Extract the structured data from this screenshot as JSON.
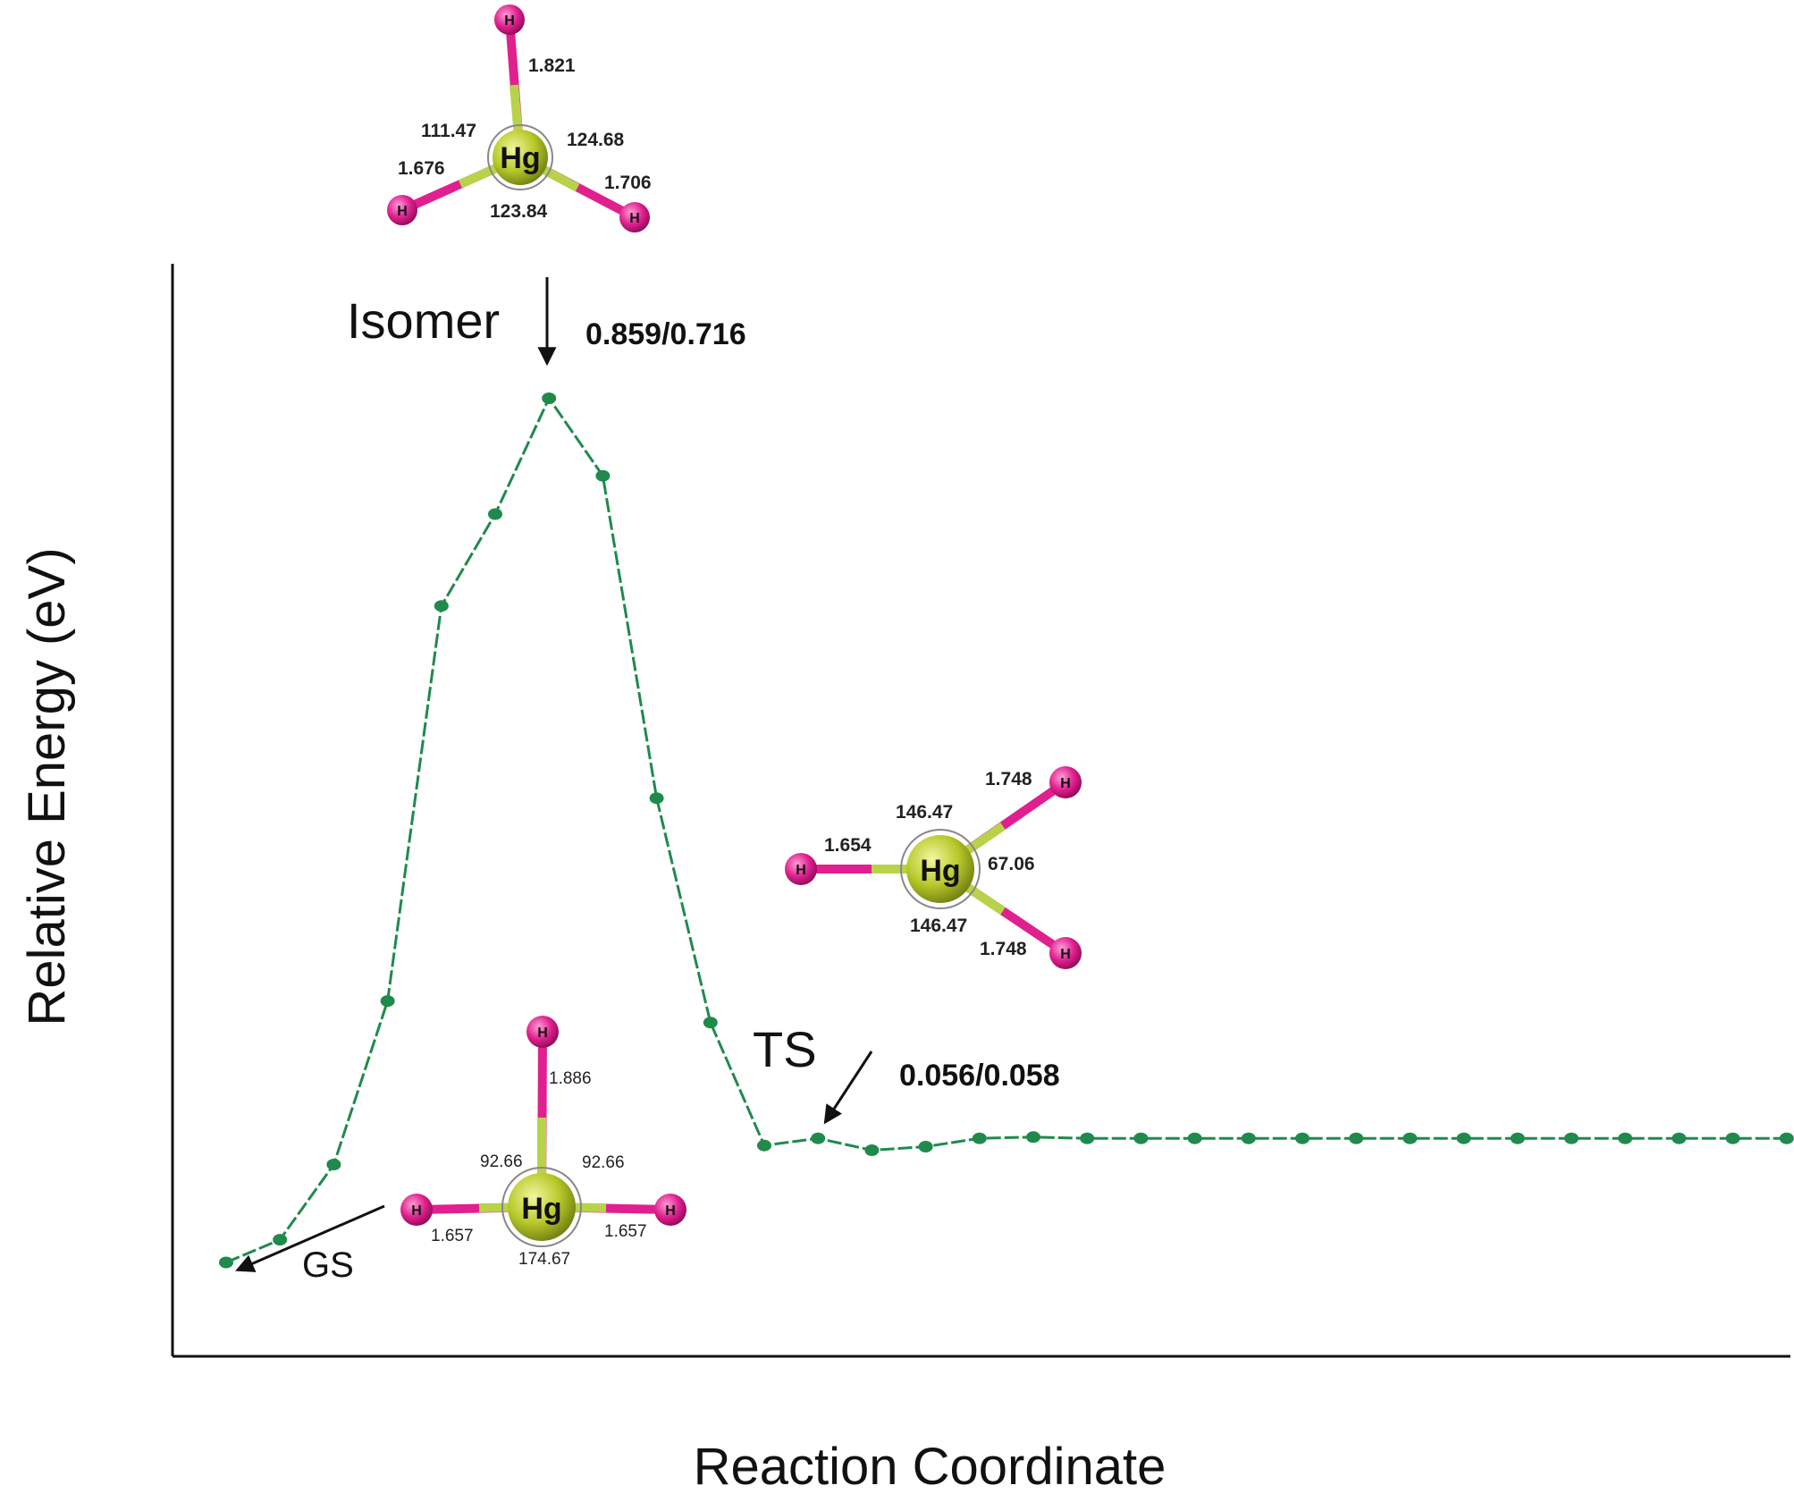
{
  "chart_data": {
    "type": "line",
    "xlabel": "Reaction Coordinate",
    "ylabel": "Relative Energy (eV)",
    "grid": false,
    "series": [
      {
        "color": "#1f8a4c",
        "x": [
          0,
          1,
          2,
          3,
          4,
          5,
          6,
          7,
          8,
          9,
          10,
          11,
          12,
          13,
          14,
          15,
          16,
          17,
          18,
          19,
          20,
          21,
          22,
          23,
          24,
          25,
          26,
          27,
          28,
          29
        ],
        "y": [
          0.0,
          0.019,
          0.082,
          0.219,
          0.55,
          0.627,
          0.724,
          0.659,
          0.389,
          0.201,
          0.098,
          0.104,
          0.094,
          0.097,
          0.104,
          0.105,
          0.104,
          0.104,
          0.104,
          0.104,
          0.104,
          0.104,
          0.104,
          0.104,
          0.104,
          0.104,
          0.104,
          0.104,
          0.104,
          0.104
        ]
      }
    ],
    "annotations": {
      "isomer": {
        "label": "Isomer",
        "value": "0.859/0.716"
      },
      "ts": {
        "label": "TS",
        "value": "0.056/0.058"
      },
      "gs": {
        "label": "GS"
      }
    },
    "molecules": {
      "isomer": {
        "center": "Hg",
        "atom": "H",
        "bonds": [
          "1.821",
          "1.676",
          "1.706"
        ],
        "angles": [
          "111.47",
          "124.68",
          "123.84"
        ]
      },
      "ts": {
        "center": "Hg",
        "atom": "H",
        "bonds": [
          "1.748",
          "1.654",
          "1.748"
        ],
        "angles": [
          "146.47",
          "67.06",
          "146.47"
        ]
      },
      "gs": {
        "center": "Hg",
        "atom": "H",
        "bonds": [
          "1.886",
          "1.657",
          "1.657"
        ],
        "angles": [
          "92.66",
          "92.66",
          "174.67"
        ]
      }
    },
    "colors": {
      "line": "#1f8a4c",
      "hg_atom": "#b8c92a",
      "h_atom": "#e0208e",
      "bond_h": "#e0208e",
      "bond_hg": "#b8d24a"
    }
  }
}
